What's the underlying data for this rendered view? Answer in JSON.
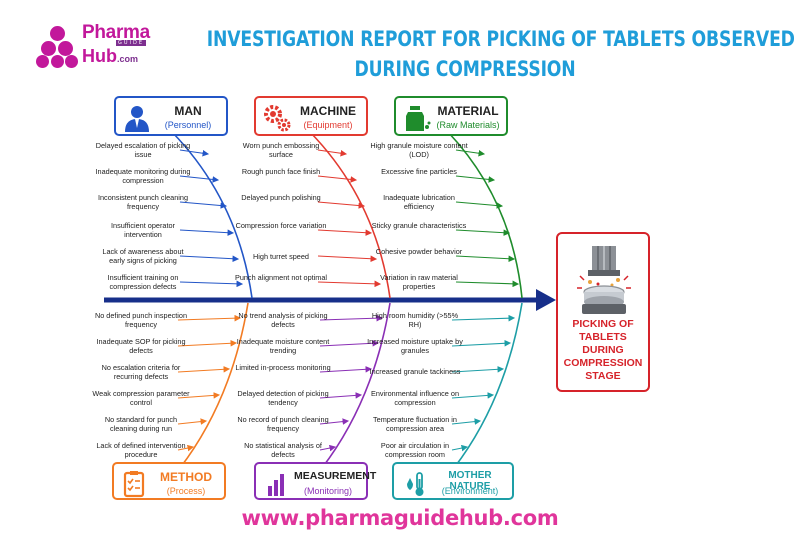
{
  "brand": {
    "name_top": "Pharma",
    "name_tag": "GUIDE",
    "name_bottom": "Hub",
    "name_suffix": ".com"
  },
  "title": {
    "line1": "INVESTIGATION REPORT FOR PICKING OF TABLETS OBSERVED",
    "line2": "DURING COMPRESSION"
  },
  "colors": {
    "man": "#2356c7",
    "machine": "#e23a30",
    "material": "#1f8c2c",
    "method": "#f27b23",
    "measurement": "#8a2fb5",
    "nature": "#1d9ea6",
    "spine": "#172f8a",
    "effect": "#d6232a",
    "brand": "#c2189b"
  },
  "categories": {
    "man": {
      "title": "MAN",
      "subtitle": "(Personnel)",
      "icon": "person-icon",
      "causes": [
        "Delayed escalation of picking issue",
        "Inadequate monitoring during compression",
        "Inconsistent punch cleaning frequency",
        "Insufficient operator intervention",
        "Lack of awareness about early signs of picking",
        "Insufficient training on compression defects"
      ]
    },
    "machine": {
      "title": "MACHINE",
      "subtitle": "(Equipment)",
      "icon": "gears-icon",
      "causes": [
        "Worn punch embossing surface",
        "Rough punch face finish",
        "Delayed punch polishing",
        "Compression force variation",
        "High turret speed",
        "Punch alignment not optimal"
      ]
    },
    "material": {
      "title": "MATERIAL",
      "subtitle": "(Raw Materials)",
      "icon": "container-icon",
      "causes": [
        "High granule moisture content (LOD)",
        "Excessive fine particles",
        "Inadequate lubrication efficiency",
        "Sticky granule characteristics",
        "Cohesive powder behavior",
        "Variation in raw material properties"
      ]
    },
    "method": {
      "title": "METHOD",
      "subtitle": "(Process)",
      "icon": "checklist-icon",
      "causes": [
        "No defined punch inspection frequency",
        "Inadequate SOP for picking defects",
        "No escalation criteria for recurring defects",
        "Weak compression parameter control",
        "No standard for punch cleaning during run",
        "Lack of defined intervention procedure"
      ]
    },
    "measurement": {
      "title": "MEASUREMENT",
      "subtitle": "(Monitoring)",
      "icon": "bar-chart-icon",
      "causes": [
        "No trend analysis of picking defects",
        "Inadequate moisture content trending",
        "Limited in-process monitoring",
        "Delayed detection of picking tendency",
        "No record of punch cleaning frequency",
        "No statistical analysis of defects"
      ]
    },
    "nature": {
      "title": "MOTHER NATURE",
      "subtitle": "(Environment)",
      "icon": "thermometer-icon",
      "causes": [
        "High room humidity (>55% RH)",
        "Increased moisture uptake by granules",
        "Increased granule tackiness",
        "Environmental influence on compression",
        "Temperature fluctuation in compression area",
        "Poor air circulation in compression room"
      ]
    }
  },
  "effect": {
    "label": "PICKING OF TABLETS DURING COMPRESSION STAGE",
    "icon": "tablet-punch-icon"
  },
  "footer": {
    "url": "www.pharmaguidehub.com"
  }
}
